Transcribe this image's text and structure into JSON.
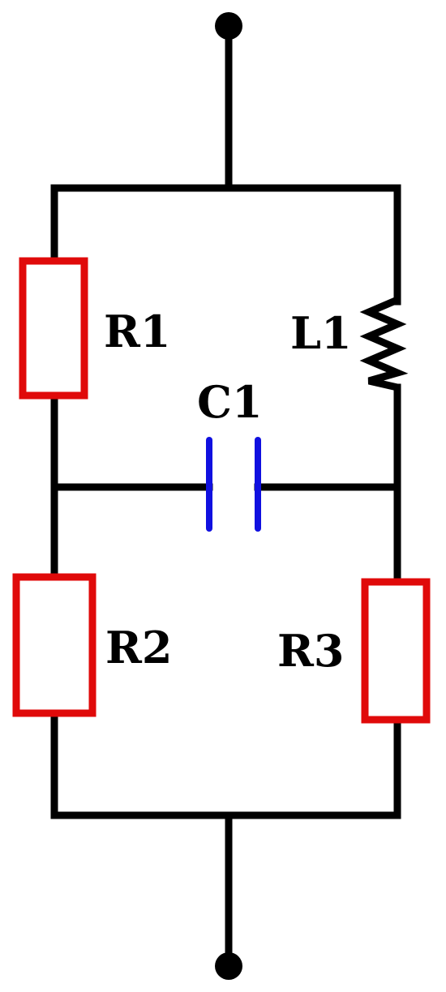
{
  "diagram": {
    "components": {
      "r1": {
        "label": "R1",
        "type": "resistor",
        "color": "#e00a0a"
      },
      "r2": {
        "label": "R2",
        "type": "resistor",
        "color": "#e00a0a"
      },
      "r3": {
        "label": "R3",
        "type": "resistor",
        "color": "#e00a0a"
      },
      "l1": {
        "label": "L1",
        "type": "inductor",
        "color": "#000000"
      },
      "c1": {
        "label": "C1",
        "type": "capacitor",
        "color": "#1010e0"
      }
    },
    "terminals": [
      "top-terminal",
      "bottom-terminal"
    ],
    "wire_color": "#000000"
  }
}
